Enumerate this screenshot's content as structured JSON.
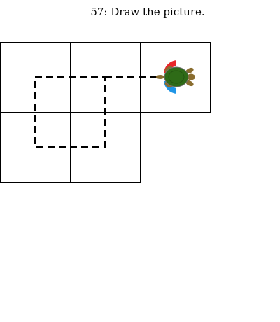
{
  "puzzle": {
    "number": "57",
    "instruction": "Draw the picture.",
    "title": "57: Draw the picture."
  },
  "grid": {
    "cells": [
      {
        "row": 0,
        "col": 0
      },
      {
        "row": 0,
        "col": 1
      },
      {
        "row": 0,
        "col": 2
      },
      {
        "row": 1,
        "col": 0
      },
      {
        "row": 1,
        "col": 1
      }
    ],
    "line_color": "#000000"
  },
  "drawing": {
    "style": "dashed",
    "color": "#000000",
    "path_description": "square drawn over the center of the four left cells, plus a line from its top-right corner to the turtle"
  },
  "turtle": {
    "facing": "right",
    "shell_color": "#2e6b17",
    "body_color": "#8a6d2f",
    "left_indicator_color": "#e8262a",
    "right_indicator_color": "#1f95e6"
  }
}
